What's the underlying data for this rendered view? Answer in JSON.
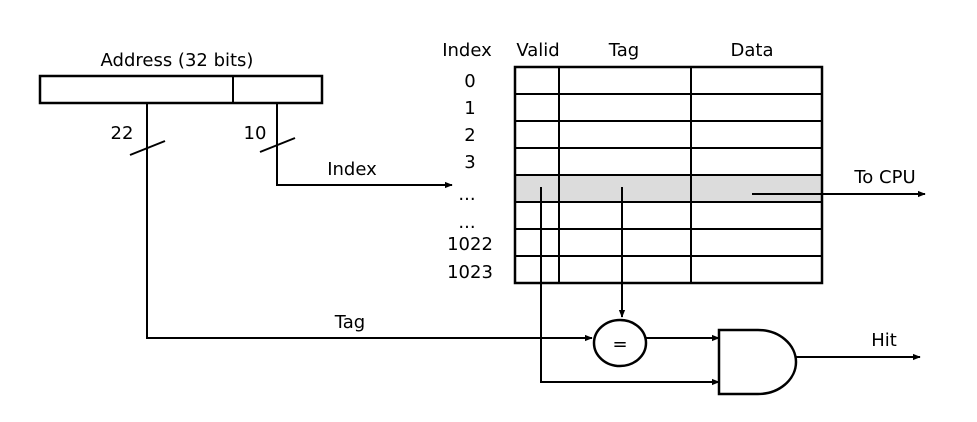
{
  "address": {
    "label": "Address (32 bits)",
    "tag_bits": "22",
    "index_bits": "10"
  },
  "wires": {
    "index": "Index",
    "tag": "Tag",
    "to_cpu": "To CPU",
    "hit": "Hit"
  },
  "table": {
    "headers": {
      "index": "Index",
      "valid": "Valid",
      "tag": "Tag",
      "data": "Data"
    },
    "row_indices": [
      "0",
      "1",
      "2",
      "3",
      "...",
      "...",
      "1022",
      "1023"
    ],
    "highlighted_row": 4,
    "highlight_color": "#dcdcdc"
  },
  "comparator": {
    "symbol": "="
  }
}
